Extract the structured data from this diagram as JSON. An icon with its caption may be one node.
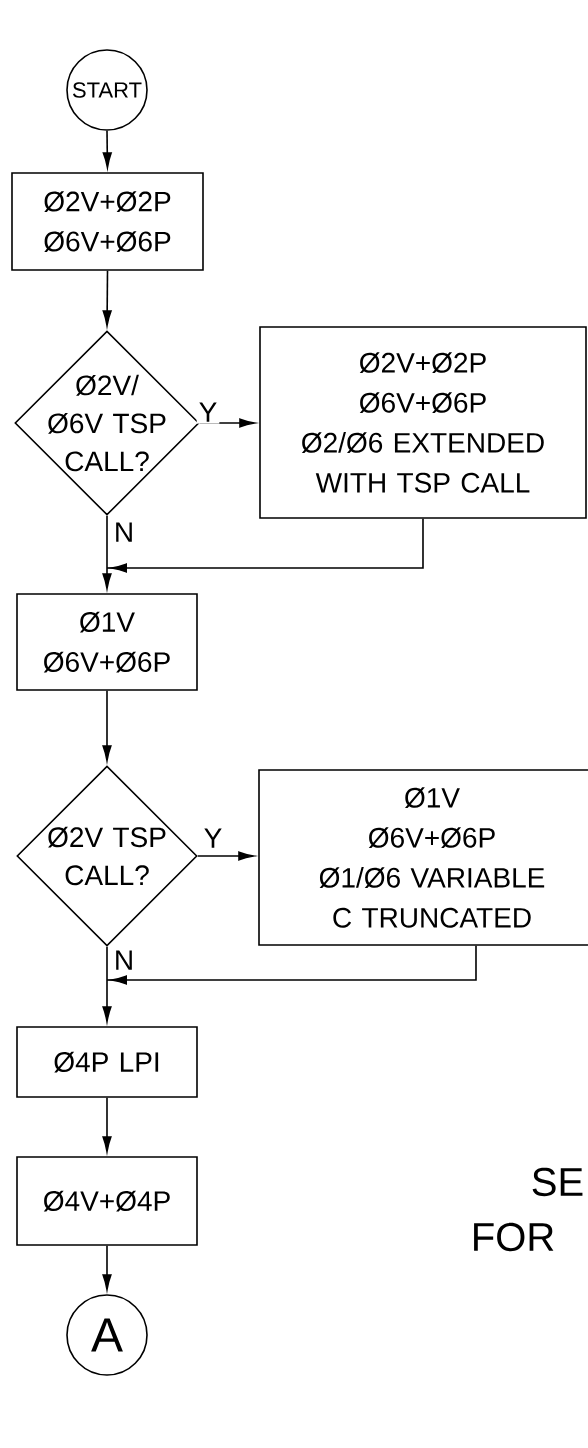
{
  "diagram": {
    "nodes": [
      {
        "text": [
          "START"
        ]
      },
      {
        "text": [
          "Ø2V+Ø2P",
          "Ø6V+Ø6P"
        ]
      },
      {
        "text": [
          "Ø2V/ Ø6V TSP CALL?"
        ]
      },
      {
        "text": [
          "Ø2V+Ø2P",
          "Ø6V+Ø6P",
          "Ø2/Ø6 EXTENDED WITH TSP CALL"
        ]
      },
      {
        "text": [
          "Ø1V",
          "Ø6V+Ø6P"
        ]
      },
      {
        "text": [
          "Ø2V TSP CALL?"
        ]
      },
      {
        "text": [
          "Ø1V",
          "Ø6V+Ø6P",
          "Ø1/Ø6 VARIABLE C TRUNCATED"
        ]
      },
      {
        "text": [
          "Ø4P LPI"
        ]
      },
      {
        "text": [
          "Ø4V+Ø4P"
        ]
      },
      {
        "text": [
          "A"
        ]
      }
    ],
    "edges": [
      {
        "from": 0,
        "to": 1,
        "arrow": "to"
      },
      {
        "from": 1,
        "to": 2,
        "arrow": "to"
      },
      {
        "from": 2,
        "to": 3,
        "arrow": "to",
        "label": "Y"
      },
      {
        "from": 2,
        "to": 4,
        "arrow": "to",
        "label": "N"
      },
      {
        "from": 3,
        "to": 4,
        "arrow": "to"
      },
      {
        "from": 4,
        "to": 5,
        "arrow": "to"
      },
      {
        "from": 5,
        "to": 6,
        "arrow": "to",
        "label": "Y"
      },
      {
        "from": 5,
        "to": 7,
        "arrow": "to",
        "label": "N"
      },
      {
        "from": 6,
        "to": 7,
        "arrow": "to"
      },
      {
        "from": 7,
        "to": 8,
        "arrow": "to"
      },
      {
        "from": 8,
        "to": 9,
        "arrow": "to"
      }
    ],
    "labels": [
      "SE",
      "FOR"
    ]
  }
}
